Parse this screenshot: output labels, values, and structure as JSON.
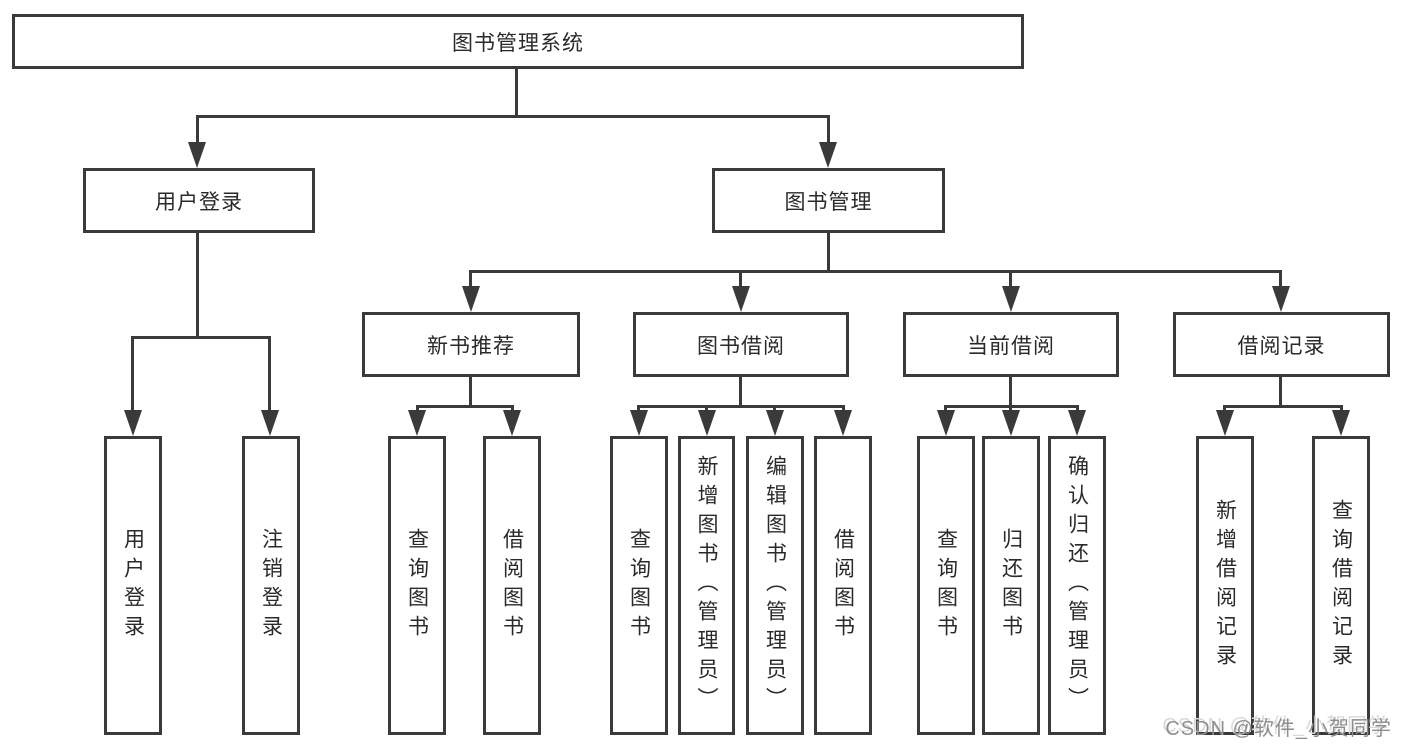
{
  "diagram": {
    "root": {
      "label": "图书管理系统"
    },
    "level2": [
      {
        "label": "用户登录",
        "children": [
          {
            "label": "用户登录"
          },
          {
            "label": "注销登录"
          }
        ]
      },
      {
        "label": "图书管理",
        "children": [
          {
            "label": "新书推荐",
            "children": [
              {
                "label": "查询图书"
              },
              {
                "label": "借阅图书"
              }
            ]
          },
          {
            "label": "图书借阅",
            "children": [
              {
                "label": "查询图书"
              },
              {
                "label": "新增图书（管理员）"
              },
              {
                "label": "编辑图书（管理员）"
              },
              {
                "label": "借阅图书"
              }
            ]
          },
          {
            "label": "当前借阅",
            "children": [
              {
                "label": "查询图书"
              },
              {
                "label": "归还图书"
              },
              {
                "label": "确认归还（管理员）"
              }
            ]
          },
          {
            "label": "借阅记录",
            "children": [
              {
                "label": "新增借阅记录"
              },
              {
                "label": "查询借阅记录"
              }
            ]
          }
        ]
      }
    ]
  },
  "watermark": {
    "text": "CSDN @软件_小贺同学"
  },
  "colors": {
    "line": "#3a3a3a",
    "text": "#2a2a2a",
    "background": "#ffffff",
    "watermark": "#8e8e8e"
  }
}
